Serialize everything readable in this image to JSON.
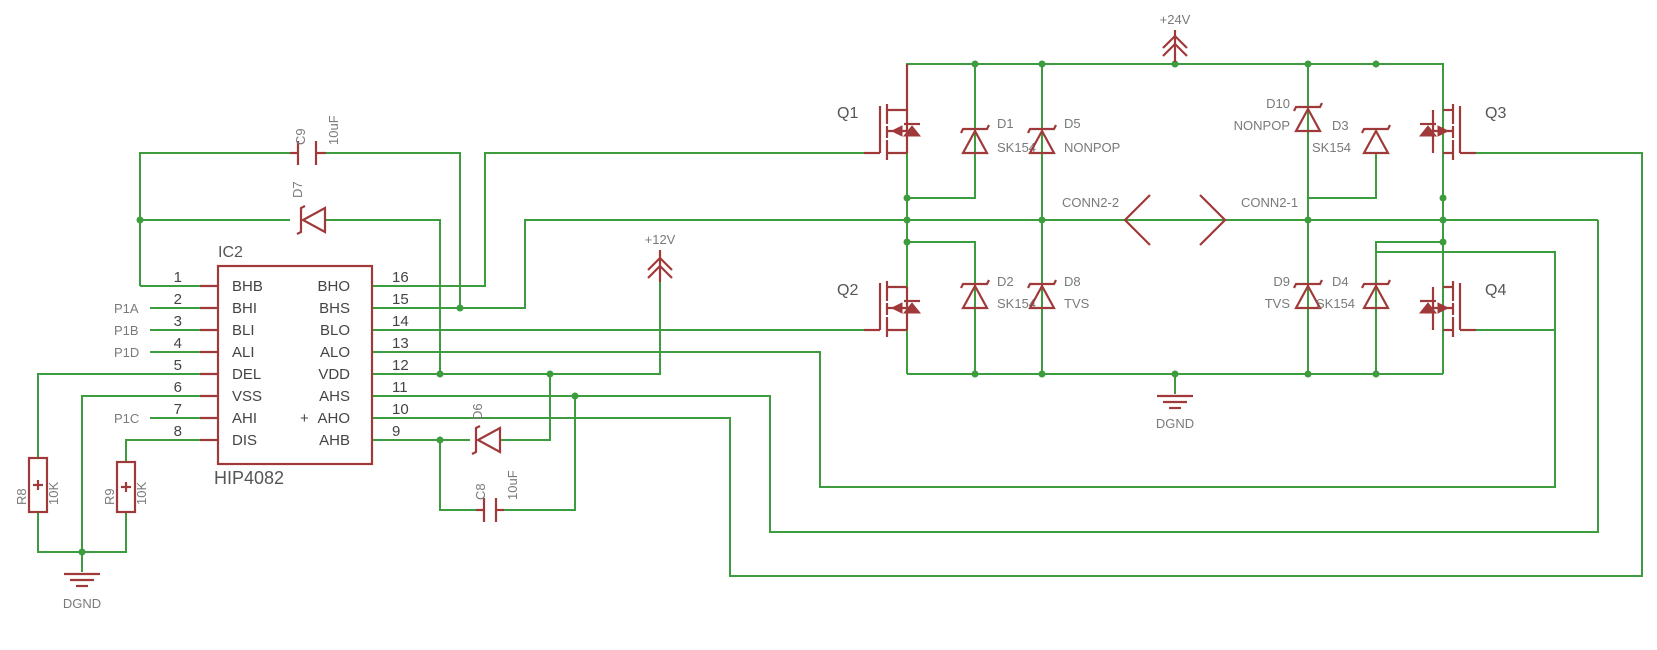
{
  "ic": {
    "ref": "IC2",
    "part": "HIP4082",
    "left_pins": [
      {
        "num": "1",
        "name": "BHB"
      },
      {
        "num": "2",
        "name": "BHI"
      },
      {
        "num": "3",
        "name": "BLI"
      },
      {
        "num": "4",
        "name": "ALI"
      },
      {
        "num": "5",
        "name": "DEL"
      },
      {
        "num": "6",
        "name": "VSS"
      },
      {
        "num": "7",
        "name": "AHI"
      },
      {
        "num": "8",
        "name": "DIS"
      }
    ],
    "right_pins": [
      {
        "num": "16",
        "name": "BHO"
      },
      {
        "num": "15",
        "name": "BHS"
      },
      {
        "num": "14",
        "name": "BLO"
      },
      {
        "num": "13",
        "name": "ALO"
      },
      {
        "num": "12",
        "name": "VDD"
      },
      {
        "num": "11",
        "name": "AHS"
      },
      {
        "num": "10",
        "name": "AHO"
      },
      {
        "num": "9",
        "name": "AHB"
      }
    ]
  },
  "ports": [
    "P1A",
    "P1B",
    "P1D",
    "P1C"
  ],
  "power": {
    "v24": "+24V",
    "v12": "+12V",
    "gnd": "DGND"
  },
  "capacitors": [
    {
      "ref": "C9",
      "value": "10uF"
    },
    {
      "ref": "C8",
      "value": "10uF"
    }
  ],
  "resistors": [
    {
      "ref": "R8",
      "value": "10K"
    },
    {
      "ref": "R9",
      "value": "10K"
    }
  ],
  "diodes": [
    {
      "ref": "D7"
    },
    {
      "ref": "D6"
    },
    {
      "ref": "D1",
      "value": "SK154"
    },
    {
      "ref": "D5",
      "value": "NONPOP"
    },
    {
      "ref": "D2",
      "value": "SK154"
    },
    {
      "ref": "D8",
      "value": "TVS"
    },
    {
      "ref": "D10",
      "value": "NONPOP"
    },
    {
      "ref": "D3",
      "value": "SK154"
    },
    {
      "ref": "D9",
      "value": "TVS"
    },
    {
      "ref": "D4",
      "value": "SK154"
    }
  ],
  "mosfets": [
    "Q1",
    "Q2",
    "Q3",
    "Q4"
  ],
  "connectors": [
    "CONN2-2",
    "CONN2-1"
  ]
}
